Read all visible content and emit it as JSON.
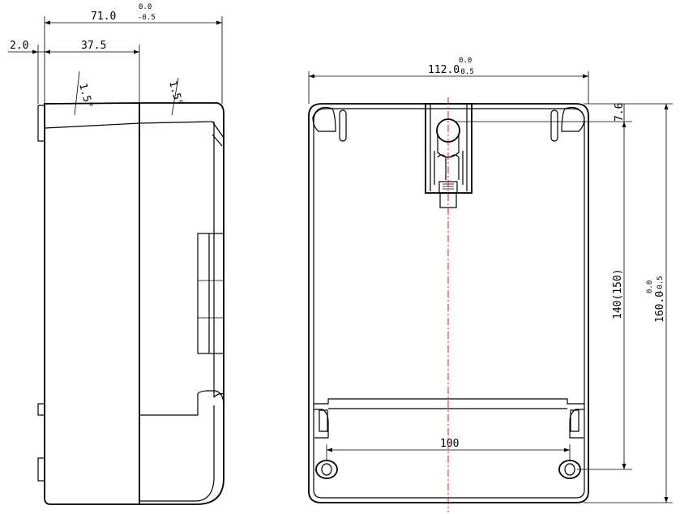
{
  "side_view": {
    "overall_width": "71.0",
    "overall_tol_upper": "0.0",
    "overall_tol_lower": "-0.5",
    "offset": "2.0",
    "front_depth": "37.5",
    "draft_left": "1.5°",
    "draft_right": "1.5°"
  },
  "front_view": {
    "width": "112.0",
    "width_tol_upper": "0.0",
    "width_tol_lower": "-0.5",
    "top_offset": "7.6",
    "mount_height": "140(150)",
    "height": "160.0",
    "height_tol_upper": "0.0",
    "height_tol_lower": "-0.5",
    "hole_spacing": "100"
  }
}
